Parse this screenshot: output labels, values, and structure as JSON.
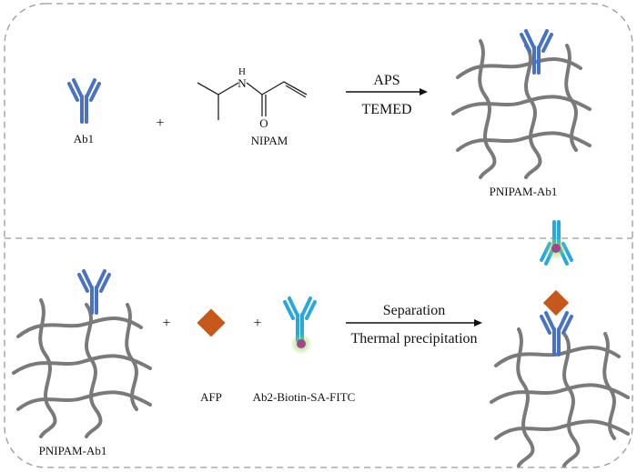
{
  "top": {
    "ab1_label": "Ab1",
    "plus": "+",
    "nipam_label": "NIPAM",
    "nipam_atoms": {
      "n": "N",
      "h": "H",
      "o": "O"
    },
    "reagent_above": "APS",
    "reagent_below": "TEMED",
    "product_label": "PNIPAM-Ab1"
  },
  "bottom": {
    "pnipam_label": "PNIPAM-Ab1",
    "plus": "+",
    "afp_label": "AFP",
    "ab2_label": "Ab2-Biotin-SA-FITC",
    "step_above": "Separation",
    "step_below": "Thermal precipitation"
  },
  "colors": {
    "ab1": "#4a72c2",
    "ab2": "#2aa8dc",
    "afp": "#c5581a",
    "fitc": "#a0468c",
    "glow": "#8fd45a",
    "network": "#7a7a7a"
  }
}
